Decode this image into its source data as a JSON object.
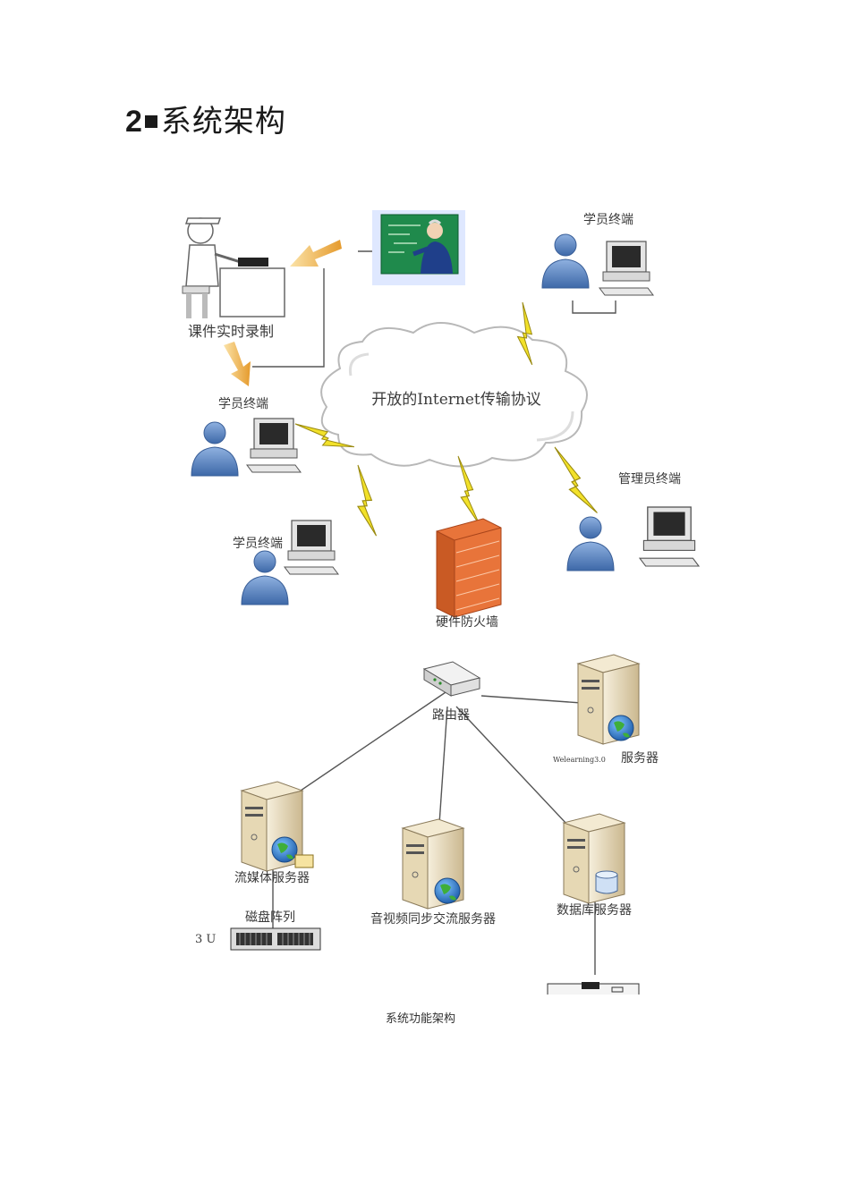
{
  "heading": {
    "number": "2",
    "title": "系统架构"
  },
  "diagram": {
    "center_label": "开放的Internet传输协议",
    "recording_label": "课件实时录制",
    "student_terminal_label": "学员终端",
    "admin_terminal_label": "管理员终端",
    "firewall_label": "硬件防火墙",
    "router_label": "路由器",
    "welearning_prefix": "Welearning3.0",
    "welearning_suffix": "服务器",
    "streaming_server_label": "流媒体服务器",
    "disk_array_label": "磁盘阵列",
    "rack_unit_label": "3 U",
    "av_server_label": "音视频同步交流服务器",
    "db_server_label": "数据库服务器",
    "colors": {
      "bolt": "#f2e12a",
      "firewall": "#e8743a",
      "person": "#5b86c2",
      "server": "#e9dcbf",
      "arrow": "#e9a23a"
    }
  },
  "caption": "系统功能架构"
}
